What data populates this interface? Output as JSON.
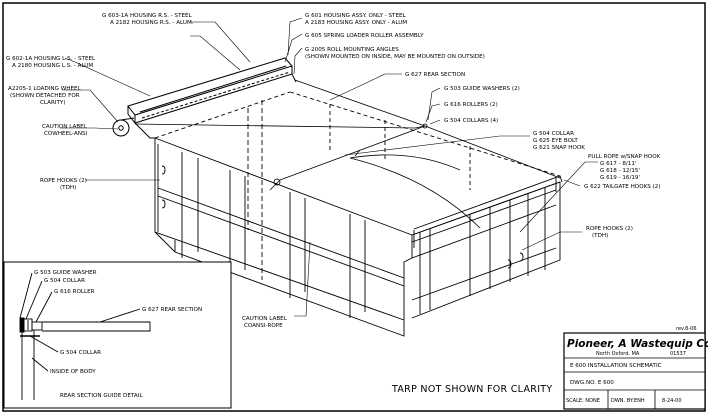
{
  "labels": {
    "housing_rs": [
      "G 603-1A HOUSING R.S. - STEEL",
      "A 2182 HOUSING R.S. - ALUM."
    ],
    "housing_ls": [
      "G 602-1A HOUSING L.S. - STEEL",
      "A 2180 HOUSING L.S. - ALUM"
    ],
    "loading_wheel": [
      "A2205-1 LOADING WHEEL",
      "(SHOWN DETACHED FOR",
      "CLARITY)"
    ],
    "caution_cowheel": [
      "CAUTION LABEL",
      "COWHEEL-ANSI"
    ],
    "rope_hooks_left": [
      "ROPE HOOKS (2)",
      "(TDH)"
    ],
    "housing_assy": [
      "G 601 HOUSING ASSY. ONLY - STEEL",
      "A 2183 HOUSING ASSY. ONLY - ALUM"
    ],
    "spring_roller": "G 605 SPRING LOADER ROLLER ASSEMBLY",
    "roll_angles": [
      "G 2005 ROLL MOUNTING ANGLES",
      "(SHOWN MOUNTED ON INSIDE, MAY BE MOUNTED ON OUTSIDE)"
    ],
    "rear_section": "G 627 REAR SECTION",
    "guide_washers": "G 503 GUIDE WASHERS (2)",
    "rollers": "G 616 ROLLERS (2)",
    "collars": "G 504 COLLARS (4)",
    "collar_eyebolt": [
      "G 504 COLLAR",
      "G 625 EYE BOLT",
      "G 621 SNAP HOOK"
    ],
    "pull_rope": [
      "PULL ROPE w/SNAP HOOK",
      "G 617 - 8/11'",
      "G 618 - 12/15'",
      "G 619 - 16/19'"
    ],
    "tailgate_hooks": "G 622 TAILGATE HOOKS (2)",
    "rope_hooks_right": [
      "ROPE HOOKS (2)",
      "(TDH)"
    ],
    "caution_coansi": [
      "CAUTION LABEL",
      "COANSI-ROPE"
    ],
    "rev": "rev.8-06",
    "tarp_note": "TARP NOT SHOWN FOR CLARITY"
  },
  "detail": {
    "guide_washer": "G 503 GUIDE WASHER",
    "collar_top": "G 504 COLLAR",
    "roller": "G 616 ROLLER",
    "rear_section": "G 627 REAR SECTION",
    "collar_bottom": "G 504 COLLAR",
    "inside_body": "INSIDE OF BODY",
    "title": "REAR SECTION GUIDE DETAIL"
  },
  "title_block": {
    "company": "Pioneer, A Wastequip Co.",
    "location": "North Oxford, MA",
    "zip": "01537",
    "drawing_title": "E 600 INSTALLATION SCHEMATIC",
    "dwg_no": "DWG.NO. E 600",
    "scale": "SCALE: NONE",
    "drawn_by": "DWN. BY:ENH",
    "date": "8-24-00"
  }
}
